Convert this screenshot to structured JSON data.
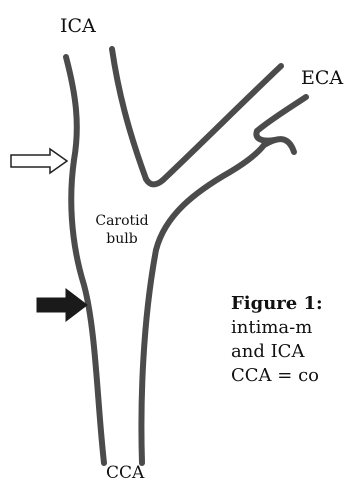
{
  "labels": {
    "ica": "ICA",
    "eca": "ECA",
    "cca": "CCA",
    "bulb_line1": "Carotid",
    "bulb_line2": "bulb"
  },
  "caption": {
    "title": "Figure 1:",
    "line2": "intima-m",
    "line3": "and ICA",
    "line4": "CCA = co"
  },
  "colors": {
    "vessel_stroke": "#4b4b4b",
    "arrow_fill": "#1a1a1a",
    "arrow_outline": "#222222"
  },
  "icons": {
    "open_arrow": "right-arrow-outline-icon",
    "solid_arrow": "right-arrow-solid-icon"
  }
}
